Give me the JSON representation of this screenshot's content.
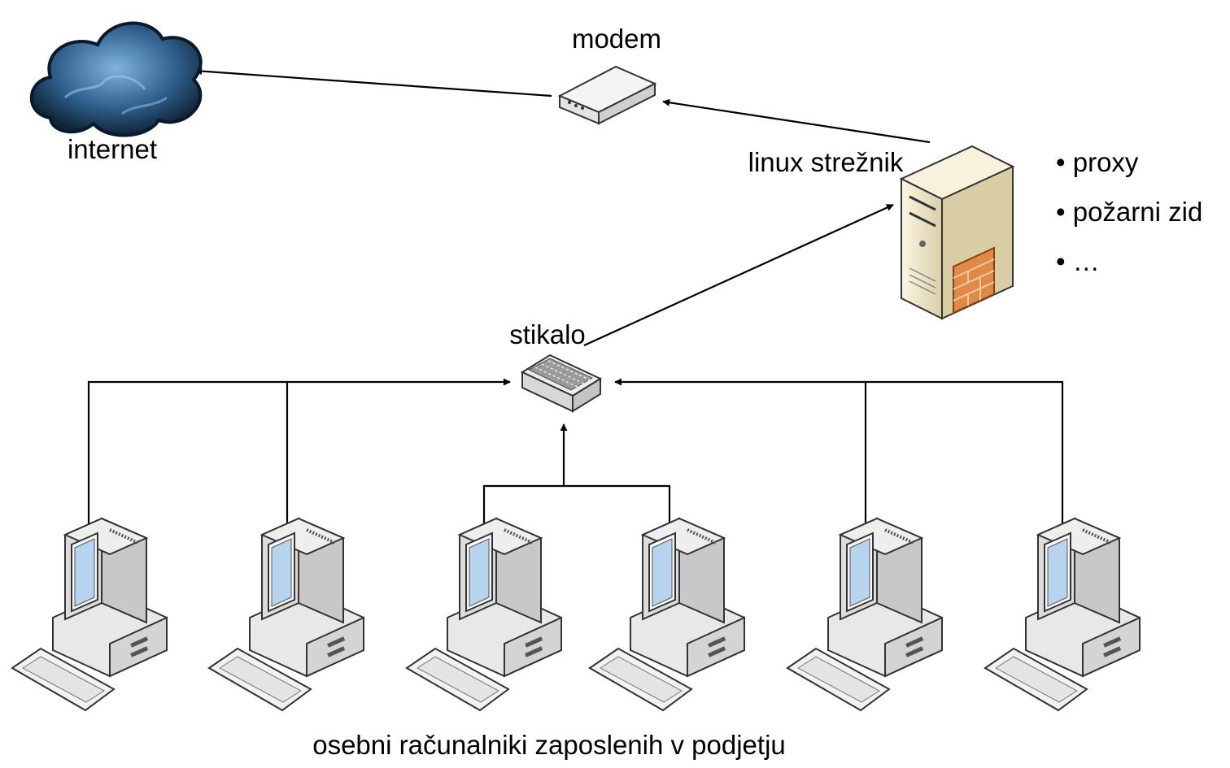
{
  "labels": {
    "internet": "internet",
    "modem": "modem",
    "server": "linux strežnik",
    "switch": "stikalo",
    "clients": "osebni računalniki zaposlenih v podjetju"
  },
  "server_roles": [
    "• proxy",
    "• požarni zid",
    "• …"
  ],
  "icons": {
    "cloud": "cloud-icon",
    "modem": "modem-icon",
    "server": "server-firewall-icon",
    "switch": "switch-icon",
    "pc": "desktop-computer-icon"
  },
  "colors": {
    "line": "#000000",
    "cloud": "#2b5a86",
    "server_body": "#efe6c8",
    "firewall": "#d87a3c"
  }
}
